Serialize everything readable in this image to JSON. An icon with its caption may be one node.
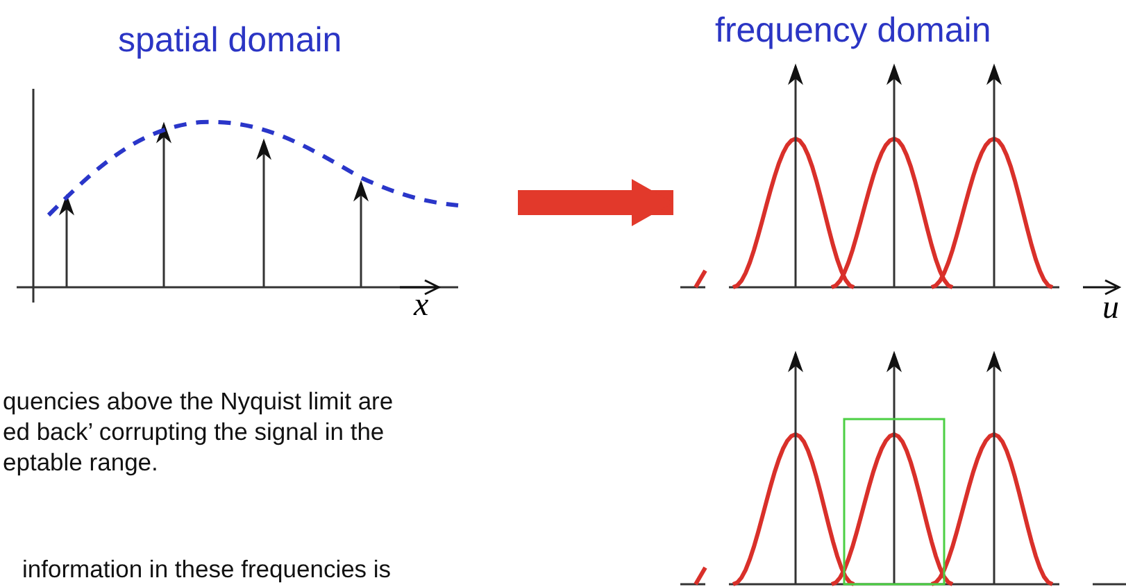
{
  "diagram": {
    "nodes": [
      {
        "text": [
          "spatial domain"
        ]
      },
      {
        "text": [
          "frequency domain"
        ]
      },
      {
        "text": [],
        "shape": "picture"
      }
    ],
    "edges": [
      {
        "from": 0,
        "to": 1,
        "arrow": "to",
        "color": "#e2392b"
      }
    ],
    "labels": [
      "x",
      "u",
      "quencies above the Nyquist limit are",
      "ed back’ corrupting the signal in the",
      "eptable range.",
      "information in these frequencies is"
    ]
  }
}
